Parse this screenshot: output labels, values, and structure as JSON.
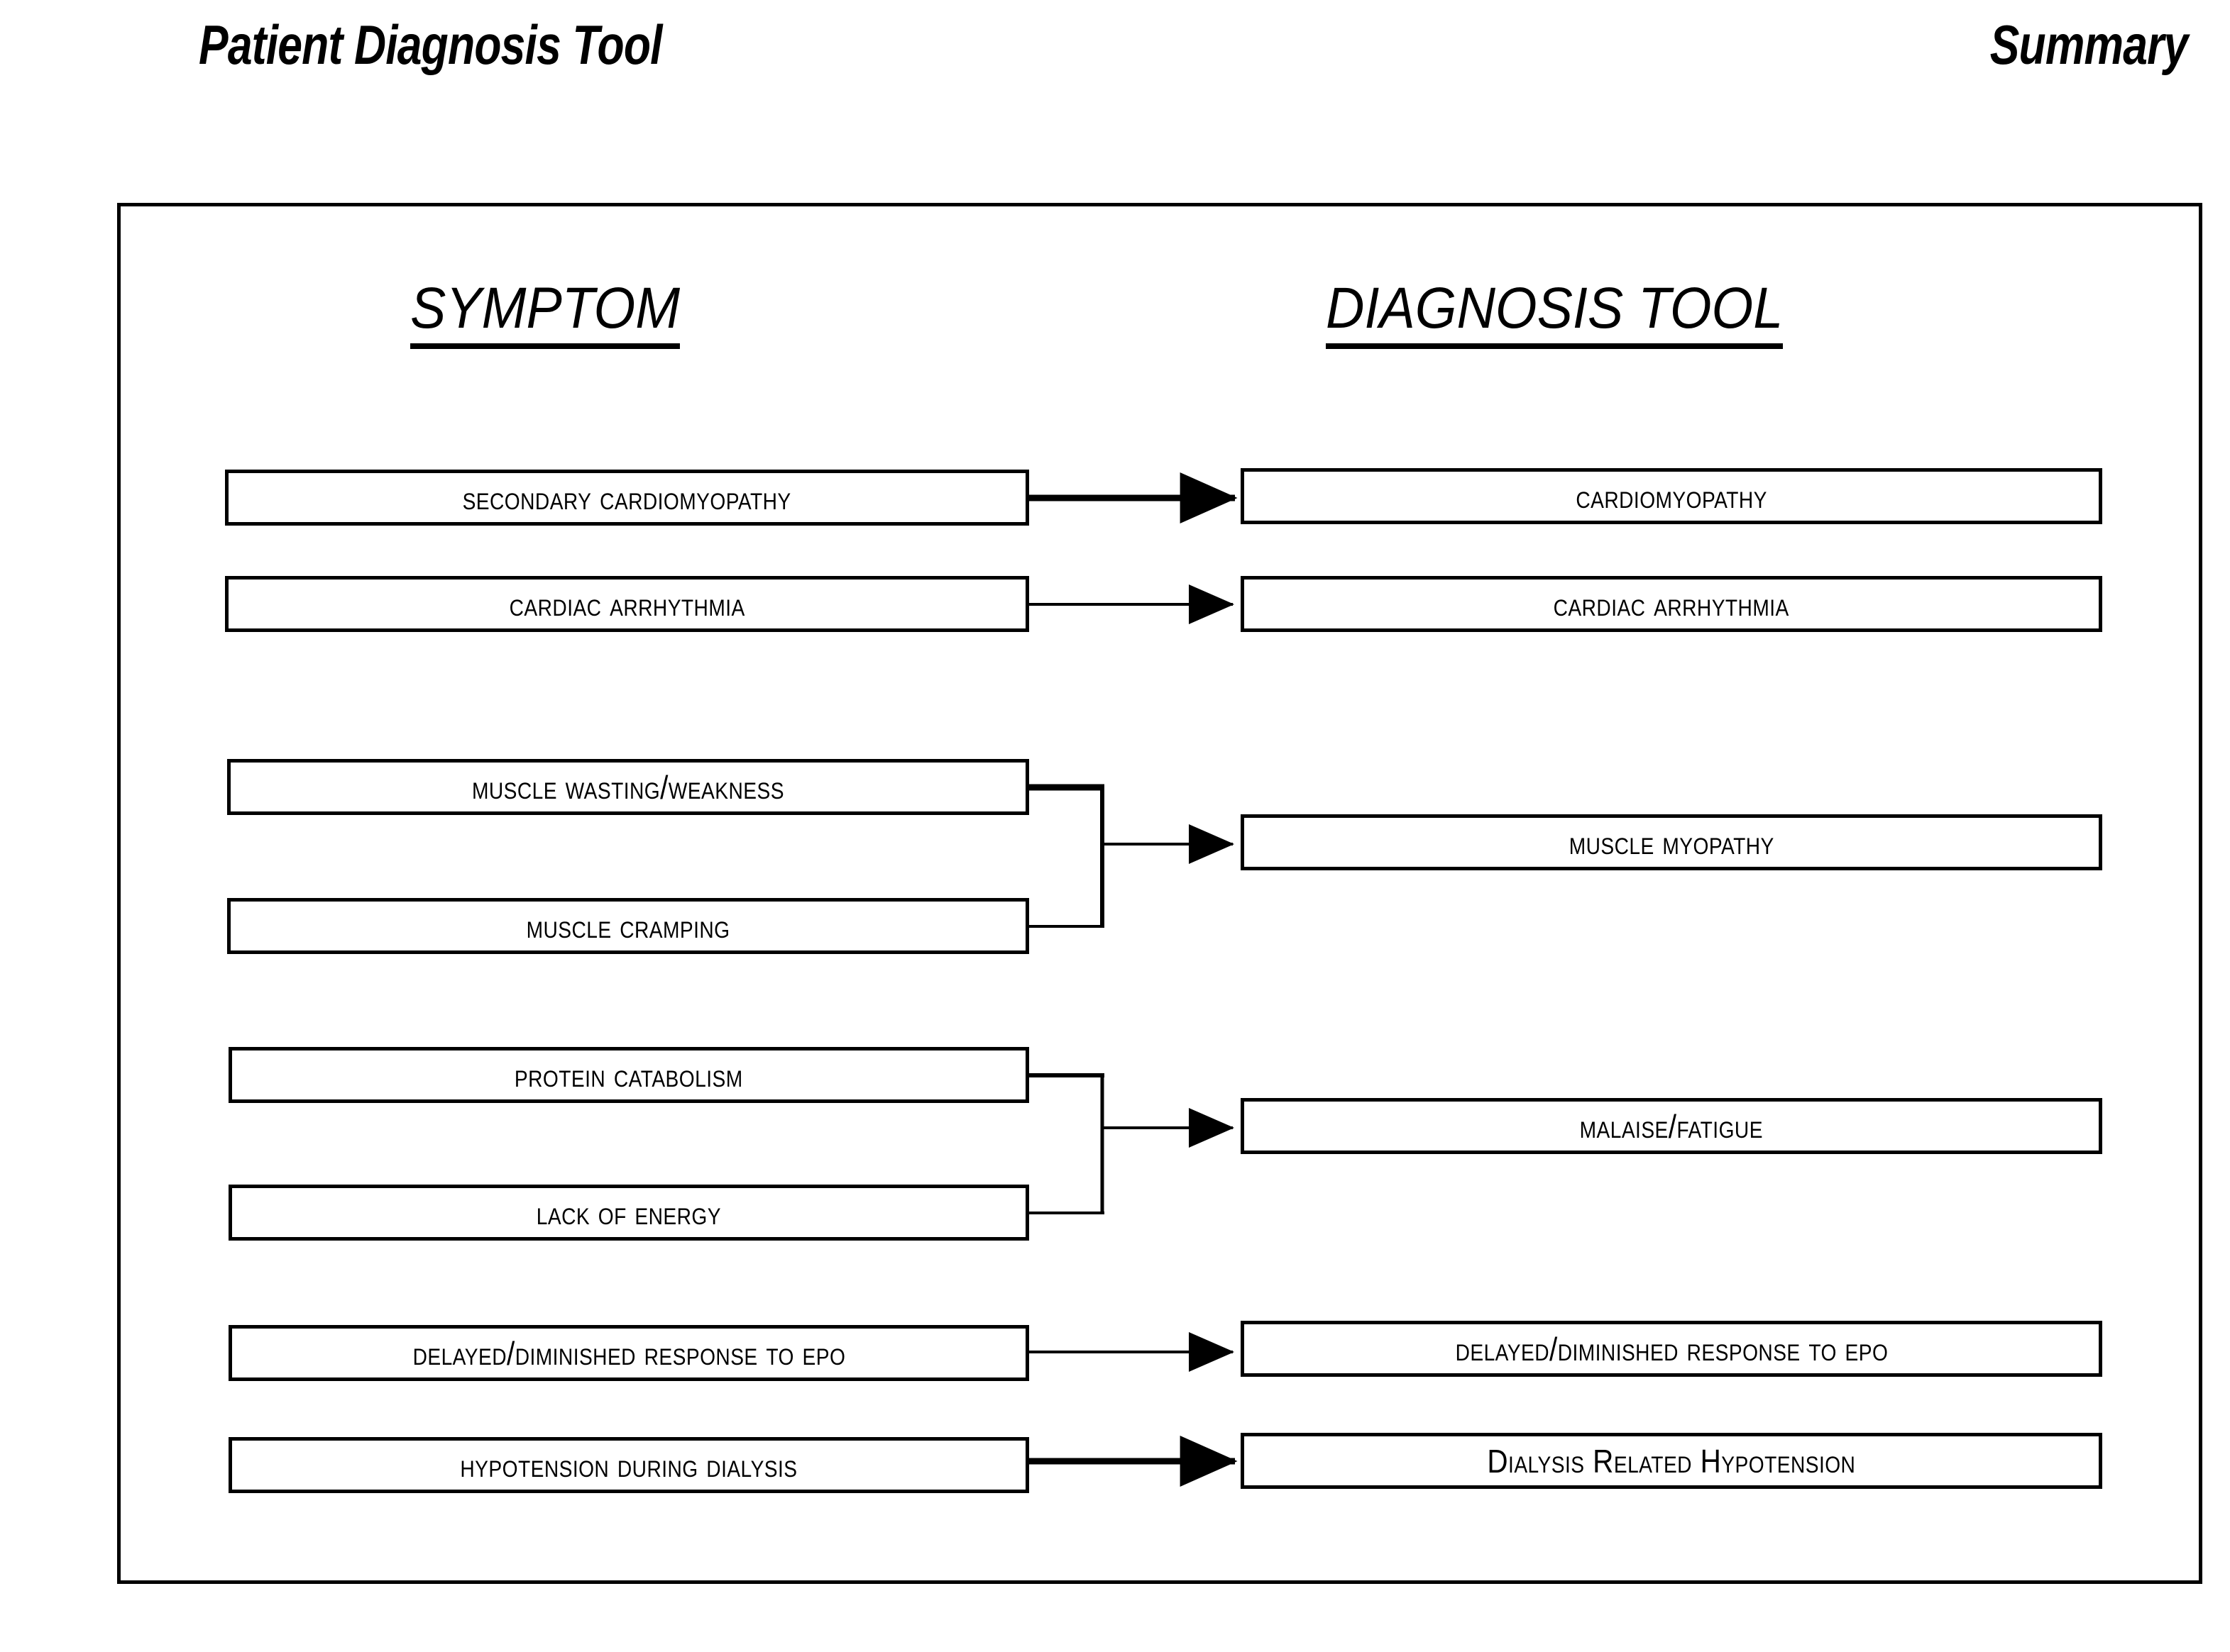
{
  "header": {
    "title": "Patient Diagnosis Tool",
    "corner_label": "Summary"
  },
  "columns": {
    "left_heading": "SYMPTOM",
    "right_heading": "DIAGNOSIS TOOL"
  },
  "symptoms": [
    {
      "id": "secondary-cardiomyopathy",
      "label": "Secondary cardiomyopathy"
    },
    {
      "id": "cardiac-arrhythmia",
      "label": "Cardiac arrhythmia"
    },
    {
      "id": "muscle-wasting-weakness",
      "label": "Muscle wasting/weakness"
    },
    {
      "id": "muscle-cramping",
      "label": "Muscle cramping"
    },
    {
      "id": "protein-catabolism",
      "label": "Protein catabolism"
    },
    {
      "id": "lack-of-energy",
      "label": "Lack of energy"
    },
    {
      "id": "delayed-diminished-response-to-epo",
      "label": "Delayed/diminished response to EPO"
    },
    {
      "id": "hypotension-during-dialysis",
      "label": "Hypotension during dialysis"
    }
  ],
  "diagnoses": [
    {
      "id": "cardiomyopathy",
      "label": "Cardiomyopathy"
    },
    {
      "id": "cardiac-arrhythmia",
      "label": "Cardiac arrhythmia"
    },
    {
      "id": "muscle-myopathy",
      "label": "Muscle myopathy"
    },
    {
      "id": "malaise-fatigue",
      "label": "Malaise/Fatigue"
    },
    {
      "id": "delayed-diminished-response-to-epo",
      "label": "Delayed/diminished response to EPO"
    },
    {
      "id": "dialysis-related-hypotension",
      "label": "Dialysis Related Hypotension"
    }
  ],
  "mappings": [
    {
      "from": [
        "secondary-cardiomyopathy"
      ],
      "to": "cardiomyopathy"
    },
    {
      "from": [
        "cardiac-arrhythmia"
      ],
      "to": "cardiac-arrhythmia"
    },
    {
      "from": [
        "muscle-wasting-weakness",
        "muscle-cramping"
      ],
      "to": "muscle-myopathy"
    },
    {
      "from": [
        "protein-catabolism",
        "lack-of-energy"
      ],
      "to": "malaise-fatigue"
    },
    {
      "from": [
        "delayed-diminished-response-to-epo"
      ],
      "to": "delayed-diminished-response-to-epo"
    },
    {
      "from": [
        "hypotension-during-dialysis"
      ],
      "to": "dialysis-related-hypotension"
    }
  ],
  "colors": {
    "ink": "#000000",
    "paper": "#ffffff"
  }
}
